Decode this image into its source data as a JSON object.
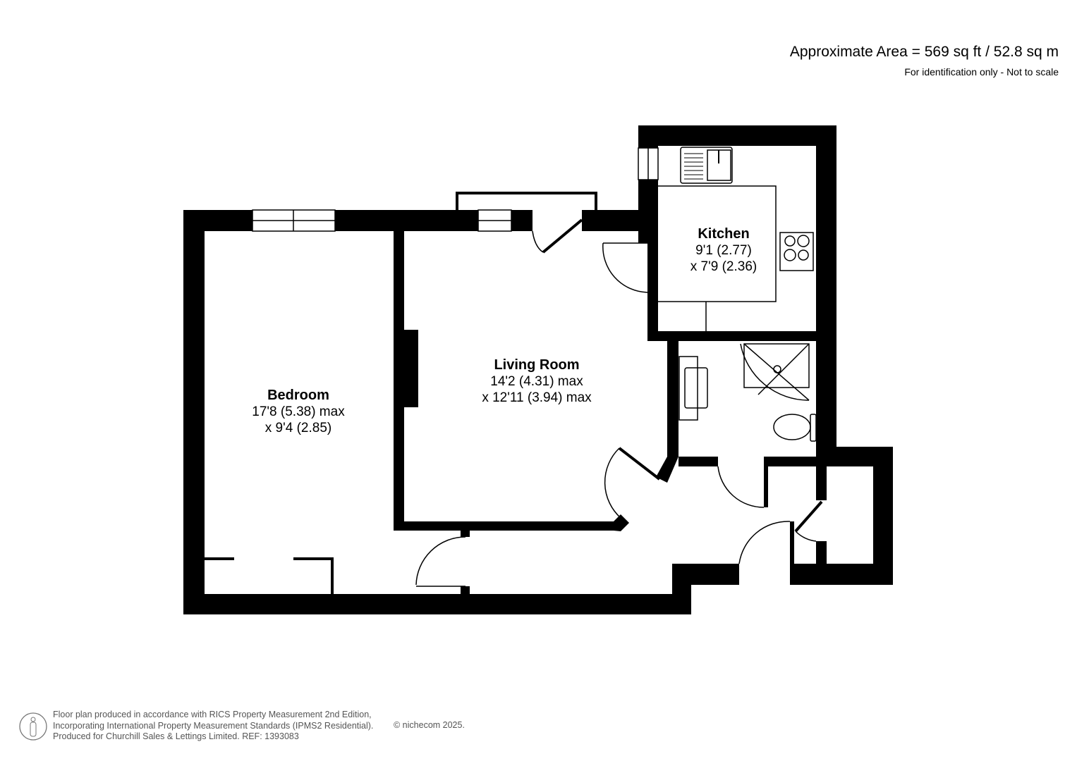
{
  "header": {
    "area": "Approximate Area = 569 sq ft / 52.8 sq m",
    "note": "For identification only - Not to scale"
  },
  "rooms": [
    {
      "name": "Bedroom",
      "dim1": "17'8 (5.38) max",
      "dim2": "x 9'4 (2.85)"
    },
    {
      "name": "Living Room",
      "dim1": "14'2 (4.31) max",
      "dim2": "x 12'11 (3.94) max"
    },
    {
      "name": "Kitchen",
      "dim1": "9'1 (2.77)",
      "dim2": "x 7'9 (2.36)"
    }
  ],
  "footer": {
    "line1": "Floor plan produced in accordance with RICS Property Measurement 2nd Edition,",
    "line2": "Incorporating International Property Measurement Standards (IPMS2 Residential).",
    "line3": "Produced for Churchill Sales & Lettings Limited.   REF: 1393083",
    "copyright": "© nichecom 2025."
  }
}
